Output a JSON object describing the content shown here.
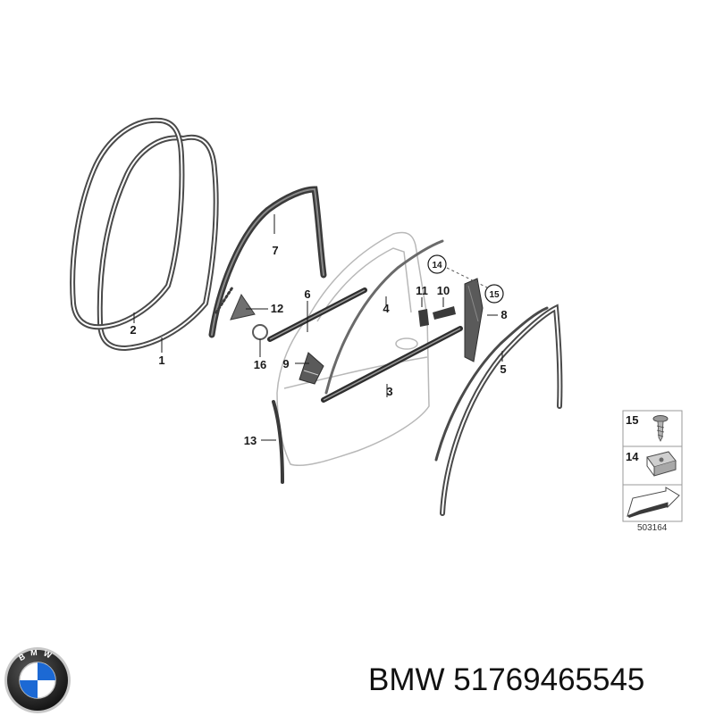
{
  "diagram": {
    "callouts": {
      "c1": "1",
      "c2": "2",
      "c3": "3",
      "c4": "4",
      "c5": "5",
      "c6": "6",
      "c7": "7",
      "c8": "8",
      "c9": "9",
      "c10": "10",
      "c11": "11",
      "c12": "12",
      "c13": "13",
      "c14": "14",
      "c15": "15",
      "c16": "16"
    },
    "legend": {
      "item1": "15",
      "item2": "14"
    },
    "diagram_code": "503164"
  },
  "brand": {
    "name": "BMW",
    "part_number": "51769465545",
    "logo_letters": "BMW",
    "logo_colors": {
      "ring": "#1b1b1b",
      "blue": "#1c69d4",
      "white": "#ffffff",
      "silver": "#c8c8c8"
    }
  },
  "colors": {
    "seal": "#4a4a4a",
    "door_outline": "#b8b8b8",
    "trim_dark": "#3a3a3a",
    "trim_light": "#cfcfcf"
  }
}
